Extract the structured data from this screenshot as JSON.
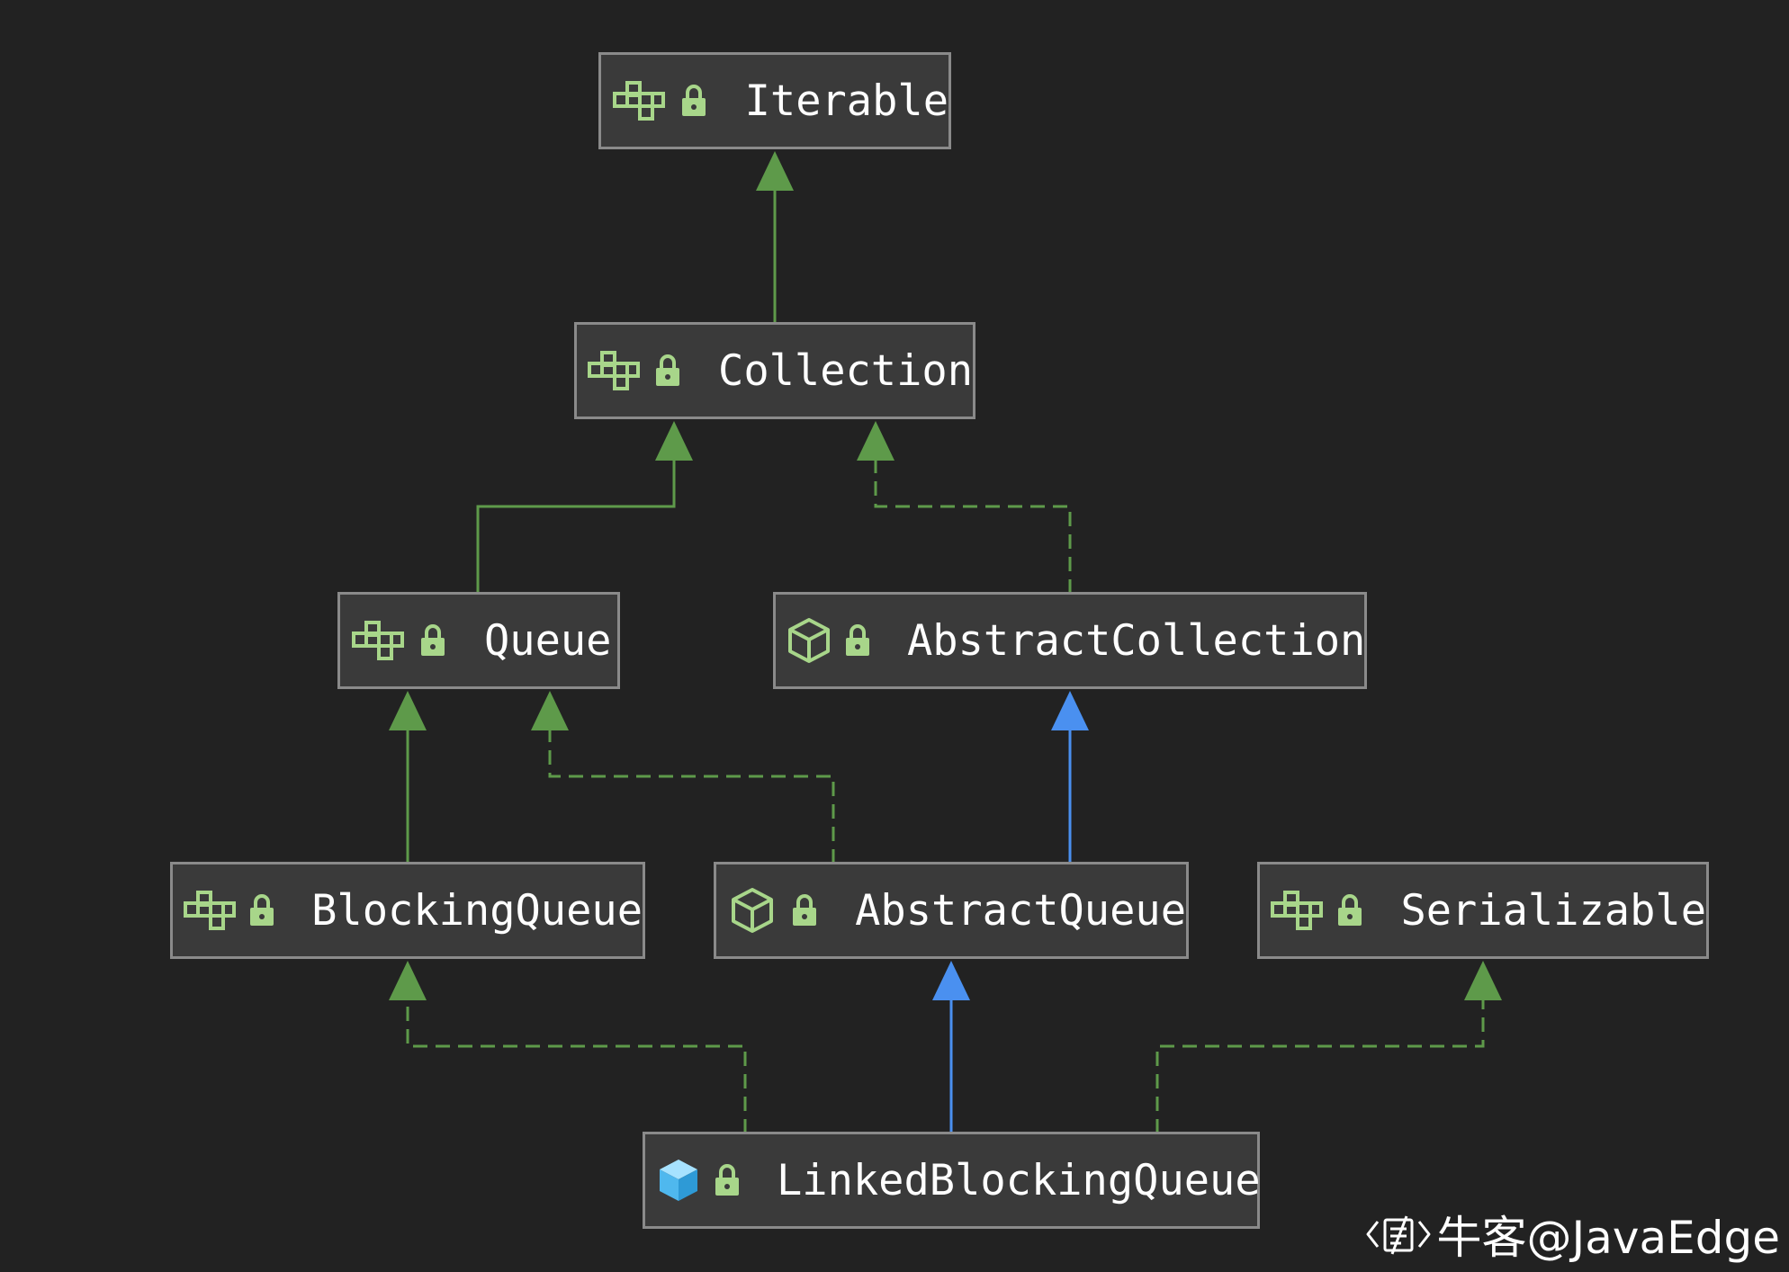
{
  "diagram": {
    "nodes": {
      "iterable": {
        "label": "Iterable",
        "kind": "interface",
        "type_icon": "interface-icon",
        "access_icon": "lock-icon"
      },
      "collection": {
        "label": "Collection",
        "kind": "interface",
        "type_icon": "interface-icon",
        "access_icon": "lock-icon"
      },
      "queue": {
        "label": "Queue",
        "kind": "interface",
        "type_icon": "interface-icon",
        "access_icon": "lock-icon"
      },
      "abstract_collection": {
        "label": "AbstractCollection",
        "kind": "abstract-class",
        "type_icon": "abstract-class-icon",
        "access_icon": "lock-icon"
      },
      "blocking_queue": {
        "label": "BlockingQueue",
        "kind": "interface",
        "type_icon": "interface-icon",
        "access_icon": "lock-icon"
      },
      "abstract_queue": {
        "label": "AbstractQueue",
        "kind": "abstract-class",
        "type_icon": "abstract-class-icon",
        "access_icon": "lock-icon"
      },
      "serializable": {
        "label": "Serializable",
        "kind": "interface",
        "type_icon": "interface-icon",
        "access_icon": "lock-icon"
      },
      "linked_blocking_queue": {
        "label": "LinkedBlockingQueue",
        "kind": "class",
        "type_icon": "class-icon",
        "access_icon": "lock-icon"
      }
    },
    "edges": [
      {
        "from": "collection",
        "to": "iterable",
        "relation": "extends"
      },
      {
        "from": "queue",
        "to": "collection",
        "relation": "extends"
      },
      {
        "from": "abstract_collection",
        "to": "collection",
        "relation": "implements"
      },
      {
        "from": "blocking_queue",
        "to": "queue",
        "relation": "extends"
      },
      {
        "from": "abstract_queue",
        "to": "queue",
        "relation": "implements"
      },
      {
        "from": "abstract_queue",
        "to": "abstract_collection",
        "relation": "class-extends"
      },
      {
        "from": "linked_blocking_queue",
        "to": "blocking_queue",
        "relation": "implements"
      },
      {
        "from": "linked_blocking_queue",
        "to": "abstract_queue",
        "relation": "class-extends"
      },
      {
        "from": "linked_blocking_queue",
        "to": "serializable",
        "relation": "implements"
      }
    ]
  },
  "colors": {
    "background": "#222222",
    "node_fill": "#3a3a3a",
    "node_border": "#8a8a8a",
    "interface_edge": "#5e9a4a",
    "class_edge": "#4a90f0",
    "icon_green": "#a8d68a",
    "class_icon": "#4fb8ee"
  },
  "watermark": {
    "text": "牛客@JavaEdge",
    "icon": "nowcoder-logo-icon"
  }
}
